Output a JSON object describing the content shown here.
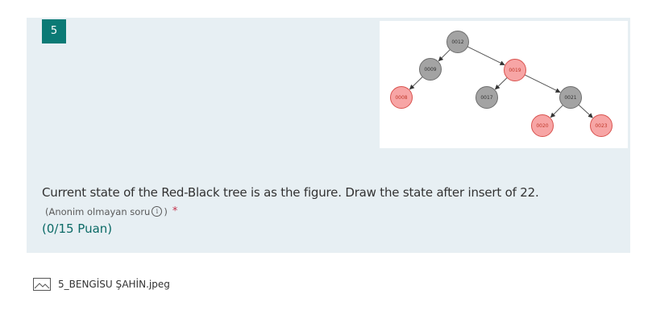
{
  "question": {
    "number": "5",
    "text": "Current state of the Red-Black tree is as the figure. Draw the state after insert of 22.",
    "meta_label": "(Anonim olmayan soru",
    "meta_close": ")",
    "info_glyph": "i",
    "required_marker": "*",
    "points": "(0/15 Puan)"
  },
  "figure": {
    "nodes": [
      {
        "id": "n12",
        "label": "0012",
        "color": "black"
      },
      {
        "id": "n9",
        "label": "0009",
        "color": "black"
      },
      {
        "id": "n19",
        "label": "0019",
        "color": "red"
      },
      {
        "id": "n8",
        "label": "0008",
        "color": "red"
      },
      {
        "id": "n17",
        "label": "0017",
        "color": "black"
      },
      {
        "id": "n21",
        "label": "0021",
        "color": "black"
      },
      {
        "id": "n20",
        "label": "0020",
        "color": "red"
      },
      {
        "id": "n23",
        "label": "0023",
        "color": "red"
      }
    ],
    "edges": [
      [
        "n12",
        "n9"
      ],
      [
        "n12",
        "n19"
      ],
      [
        "n9",
        "n8"
      ],
      [
        "n19",
        "n17"
      ],
      [
        "n19",
        "n21"
      ],
      [
        "n21",
        "n20"
      ],
      [
        "n21",
        "n23"
      ]
    ],
    "colors": {
      "black_fill": "#a3a3a3",
      "black_stroke": "#6e6e6e",
      "red_fill": "#f7a5a5",
      "red_stroke": "#d9534f",
      "edge": "#555555"
    }
  },
  "attachment": {
    "icon": "image-icon",
    "filename": "5_BENGİSU ŞAHİN.jpeg"
  },
  "colors": {
    "card_background": "#e7eff3",
    "accent": "#0b7a75",
    "required": "#c4314b"
  }
}
